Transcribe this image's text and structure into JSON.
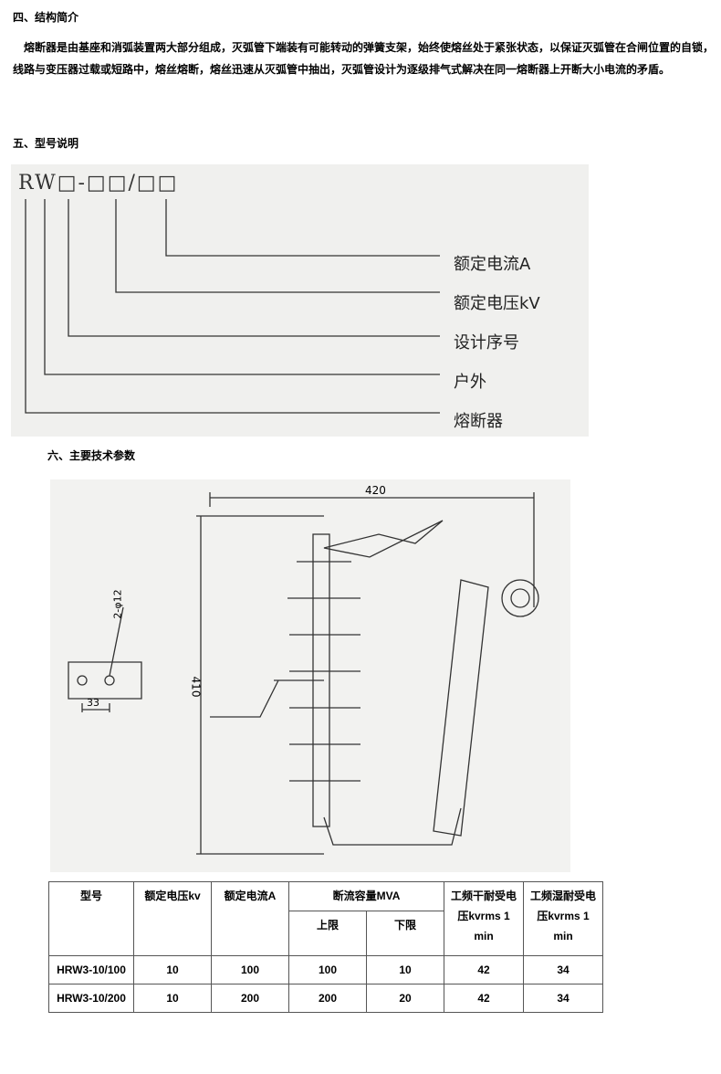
{
  "sec4": {
    "title": "四、结构简介",
    "body": "熔断器是由基座和消弧装置两大部分组成，灭弧管下端装有可能转动的弹簧支架，始终使熔丝处于紧张状态，以保证灭弧管在合闸位置的自锁，线路与变压器过载或短路中，熔丝熔断，熔丝迅速从灭弧管中抽出，灭弧管设计为逐级排气式解决在同一熔断器上开断大小电流的矛盾。"
  },
  "sec5": {
    "title": "五、型号说明",
    "code": "RW□-□□/□□",
    "labels": [
      "额定电流A",
      "额定电压kV",
      "设计序号",
      "户外",
      "熔断器"
    ]
  },
  "sec6": {
    "title": "六、主要技术参数",
    "dims": {
      "width": "420",
      "height": "410",
      "holes": "2-φ12",
      "spacing": "33"
    }
  },
  "table": {
    "headers": {
      "model": "型号",
      "voltage": "额定电压kv",
      "current": "额定电流A",
      "capacity": "断流容量MVA",
      "upper": "上限",
      "lower": "下限",
      "dry": "工频干耐受电压kvrms 1 min",
      "wet": "工频湿耐受电压kvrms 1 min"
    },
    "rows": [
      [
        "HRW3-10/100",
        "10",
        "100",
        "100",
        "10",
        "42",
        "34"
      ],
      [
        "HRW3-10/200",
        "10",
        "200",
        "200",
        "20",
        "42",
        "34"
      ]
    ]
  }
}
